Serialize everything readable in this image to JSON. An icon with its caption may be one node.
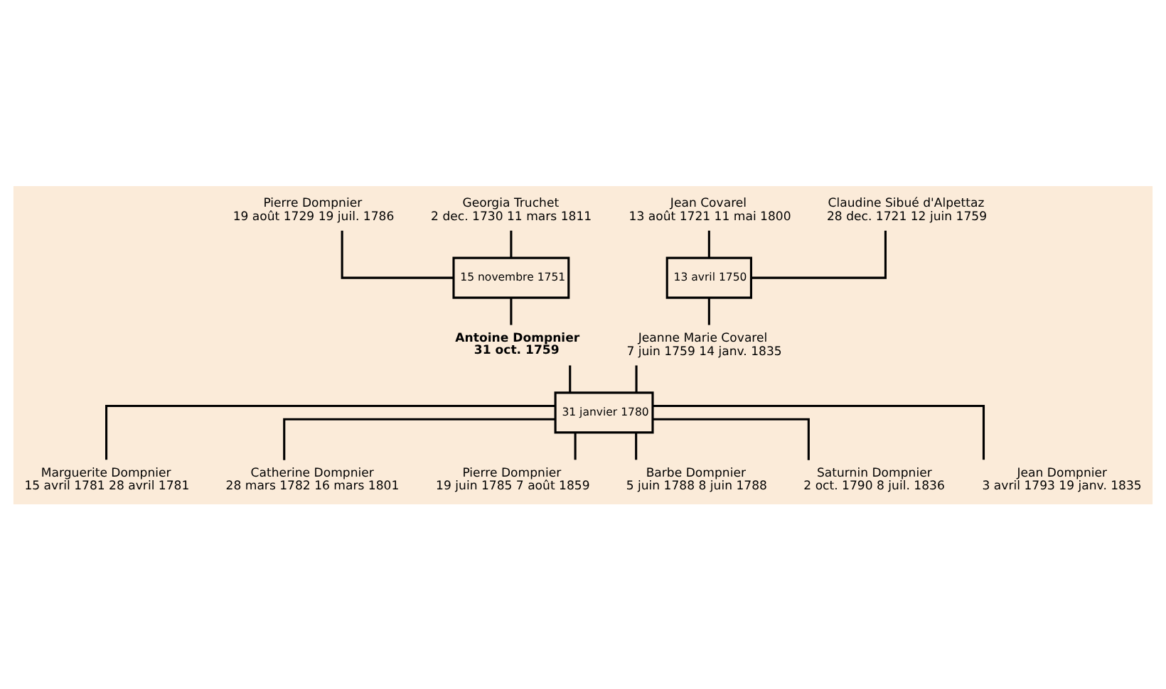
{
  "diagram": {
    "nodes": [
      {
        "text": [
          "Pierre Dompnier",
          "19 août 1729 19 juil. 1786"
        ]
      },
      {
        "text": [
          "Georgia Truchet",
          "2 dec. 1730 11 mars 1811"
        ]
      },
      {
        "text": [
          "Jean Covarel",
          "13 août 1721 11 mai 1800"
        ]
      },
      {
        "text": [
          "Claudine Sibué d'Alpettaz",
          "28 dec. 1721 12 juin 1759"
        ]
      },
      {
        "text": [
          "15 novembre 1751"
        ]
      },
      {
        "text": [
          "13 avril 1750"
        ]
      },
      {
        "text": [
          "Antoine Dompnier",
          "31 oct. 1759"
        ]
      },
      {
        "text": [
          "Jeanne Marie Covarel",
          "7 juin 1759 14 janv. 1835"
        ]
      },
      {
        "text": [
          "31 janvier 1780"
        ]
      },
      {
        "text": [
          "Marguerite Dompnier",
          "15 avril 1781 28 avril 1781"
        ]
      },
      {
        "text": [
          "Catherine Dompnier",
          "28 mars 1782 16 mars 1801"
        ]
      },
      {
        "text": [
          "Pierre Dompnier",
          "19 juin 1785 7 août 1859"
        ]
      },
      {
        "text": [
          "Barbe Dompnier",
          "5 juin 1788 8 juin 1788"
        ]
      },
      {
        "text": [
          "Saturnin Dompnier",
          "2 oct. 1790 8 juil. 1836"
        ]
      },
      {
        "text": [
          "Jean Dompnier",
          "3 avril 1793 19 janv. 1835"
        ]
      }
    ],
    "edges": [
      {
        "from": 0,
        "to": 4,
        "arrow": "none"
      },
      {
        "from": 1,
        "to": 4,
        "arrow": "none"
      },
      {
        "from": 2,
        "to": 5,
        "arrow": "none"
      },
      {
        "from": 3,
        "to": 5,
        "arrow": "none"
      },
      {
        "from": 4,
        "to": 6,
        "arrow": "none"
      },
      {
        "from": 5,
        "to": 7,
        "arrow": "none"
      },
      {
        "from": 6,
        "to": 8,
        "arrow": "none"
      },
      {
        "from": 7,
        "to": 8,
        "arrow": "none"
      },
      {
        "from": 8,
        "to": 9,
        "arrow": "none"
      },
      {
        "from": 8,
        "to": 10,
        "arrow": "none"
      },
      {
        "from": 8,
        "to": 11,
        "arrow": "none"
      },
      {
        "from": 8,
        "to": 12,
        "arrow": "none"
      },
      {
        "from": 8,
        "to": 13,
        "arrow": "none"
      },
      {
        "from": 8,
        "to": 14,
        "arrow": "none"
      }
    ]
  }
}
